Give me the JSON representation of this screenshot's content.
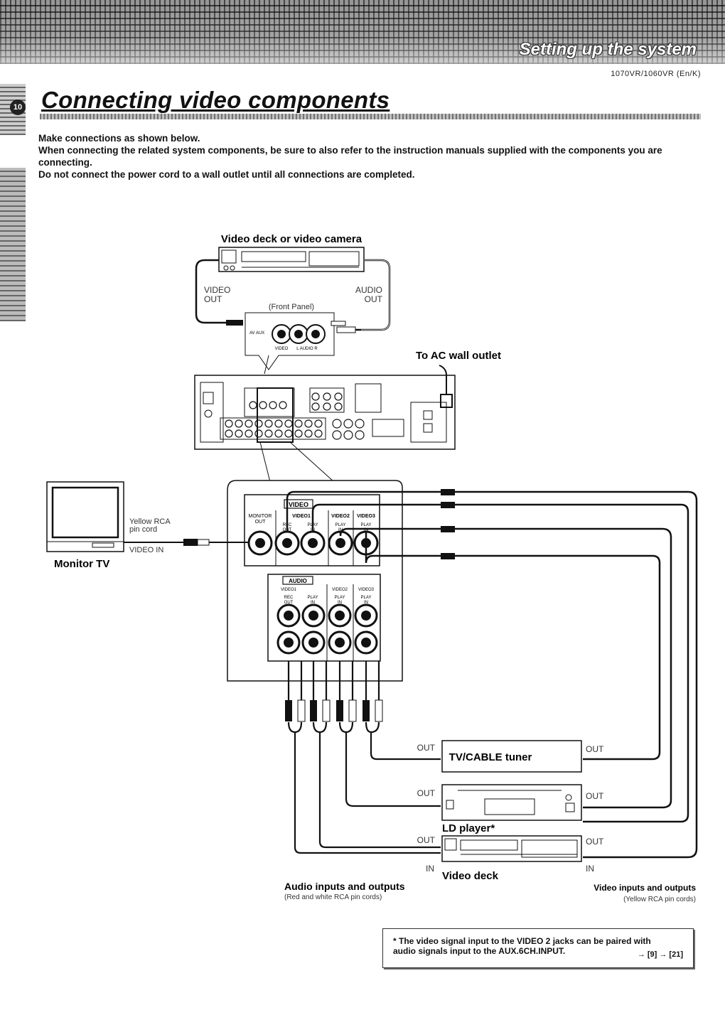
{
  "header": {
    "section_title": "Setting up the system",
    "model_code": "1070VR/1060VR (En/K)",
    "page_number": "10"
  },
  "page_title": "Connecting video components",
  "intro": [
    "Make connections as shown below.",
    "When connecting the related system components, be sure to also refer to the instruction manuals supplied with the components you are connecting.",
    "Do not connect the power cord to a wall outlet until all connections are completed."
  ],
  "diagram": {
    "video_deck_camera_label": "Video deck or video camera",
    "video_out": [
      "VIDEO",
      "OUT"
    ],
    "audio_out": [
      "AUDIO",
      "OUT"
    ],
    "front_panel": "(Front Panel)",
    "ac_outlet": "To AC wall outlet",
    "monitor_tv": "Monitor TV",
    "yellow_rca": [
      "Yellow RCA",
      "pin cord"
    ],
    "video_in": "VIDEO IN",
    "panel_video": "VIDEO",
    "panel_audio": "AUDIO",
    "monitor_out": [
      "MONITOR",
      "OUT"
    ],
    "video1": "VIDEO1",
    "video2": "VIDEO2",
    "video3": "VIDEO3",
    "rec_out": [
      "REC",
      "OUT"
    ],
    "play_in": [
      "PLAY",
      "IN"
    ],
    "tv_cable_tuner": "TV/CABLE tuner",
    "ld_player": "LD player*",
    "video_deck": "Video deck",
    "out": "OUT",
    "in": "IN",
    "audio_io": "Audio inputs and outputs",
    "audio_io_sub": "(Red and white RCA pin cords)",
    "video_io": "Video inputs and outputs",
    "video_io_sub": "(Yellow RCA pin cords)"
  },
  "note": {
    "line1": "* The video signal input to the VIDEO 2 jacks can be paired with",
    "line2": "audio signals input to the AUX.6CH.INPUT.",
    "refs": "→ [9] → [21]"
  }
}
